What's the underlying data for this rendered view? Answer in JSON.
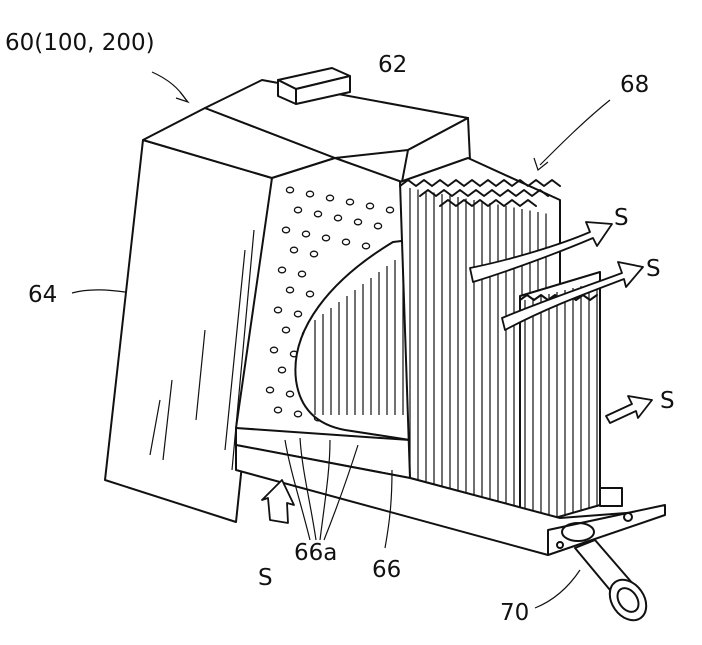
{
  "labels": {
    "assembly": "60(100, 200)",
    "cover_top": "62",
    "fin_block": "68",
    "side_cover": "64",
    "holes": "66a",
    "perforated_plate": "66",
    "pipe": "70",
    "flow_in": "S",
    "flow_out_1": "S",
    "flow_out_2": "S",
    "flow_out_3": "S"
  }
}
